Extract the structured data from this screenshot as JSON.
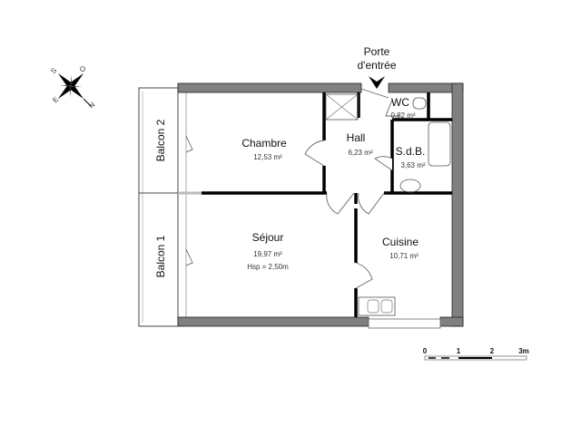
{
  "entrance": {
    "line1": "Porte",
    "line2": "d'entrée"
  },
  "rooms": {
    "chambre": {
      "name": "Chambre",
      "area": "12,53 m²"
    },
    "hall": {
      "name": "Hall",
      "area": "6,23 m²"
    },
    "wc": {
      "name": "WC",
      "area": "0,82 m²"
    },
    "sdb": {
      "name": "S.d.B.",
      "area": "3,63 m²"
    },
    "sejour": {
      "name": "Séjour",
      "area": "19,97 m²",
      "height": "Hsp = 2,50m"
    },
    "cuisine": {
      "name": "Cuisine",
      "area": "10,71 m²"
    },
    "balcon1": {
      "name": "Balcon 1"
    },
    "balcon2": {
      "name": "Balcon 2"
    }
  },
  "compass": {
    "letters": [
      "S",
      "O",
      "E",
      "N"
    ]
  },
  "scale": {
    "ticks": [
      "0",
      "1",
      "2",
      "3m"
    ]
  },
  "colors": {
    "wall": "#808080",
    "ink": "#000000"
  }
}
